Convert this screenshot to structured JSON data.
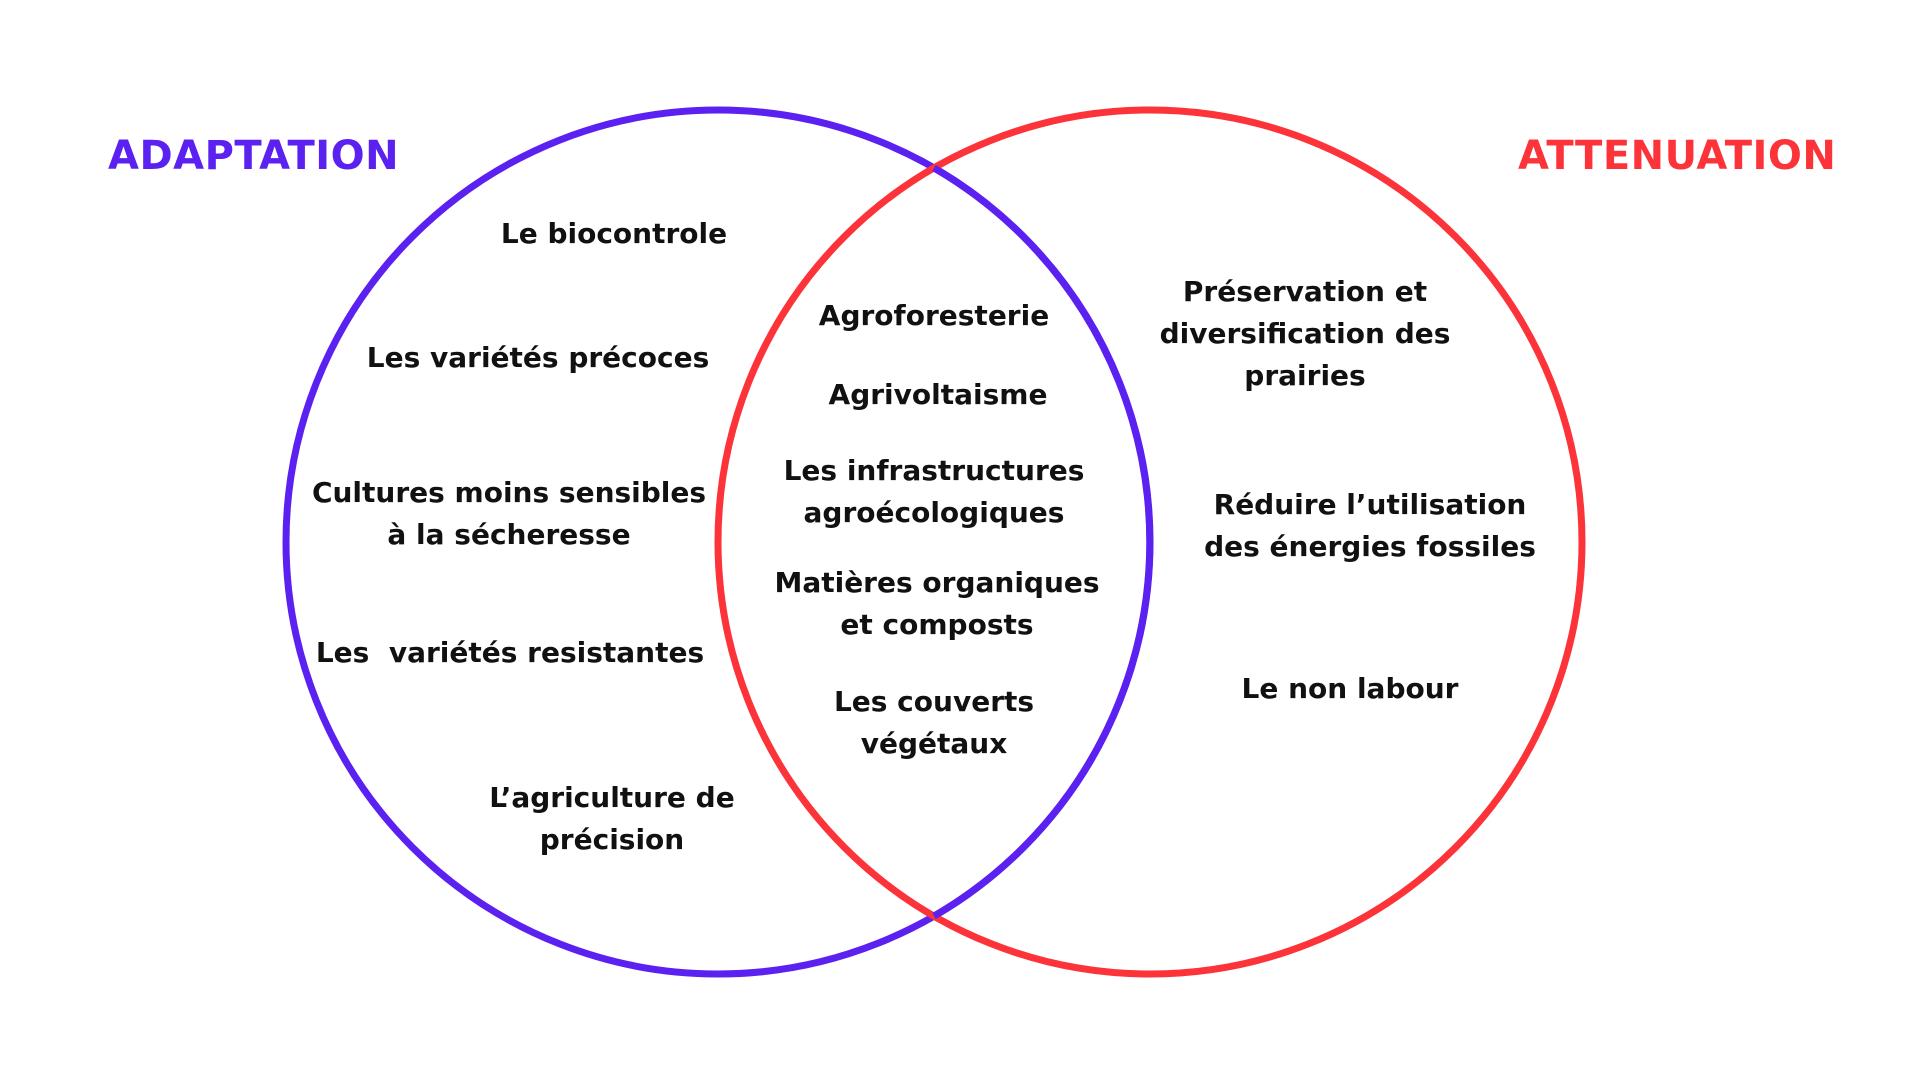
{
  "colors": {
    "adaptation": "#5b21f0",
    "attenuation": "#fc343a",
    "text": "#111111"
  },
  "sets": [
    {
      "key": "adaptation",
      "title": "ADAPTATION"
    },
    {
      "key": "attenuation",
      "title": "ATTENUATION"
    }
  ],
  "adaptation_only": [
    "Le biocontrole",
    "Les variétés précoces",
    "Cultures moins sensibles\nà la sécheresse",
    "Les  variétés resistantes",
    "L’agriculture de\nprécision"
  ],
  "both": [
    "Agroforesterie",
    "Agrivoltaisme",
    "Les infrastructures\nagroécologiques",
    "Matières organiques\net composts",
    "Les couverts\nvégétaux"
  ],
  "attenuation_only": [
    "Préservation et\ndiversification des\nprairies",
    "Réduire l’utilisation\ndes énergies fossiles",
    "Le non labour"
  ]
}
